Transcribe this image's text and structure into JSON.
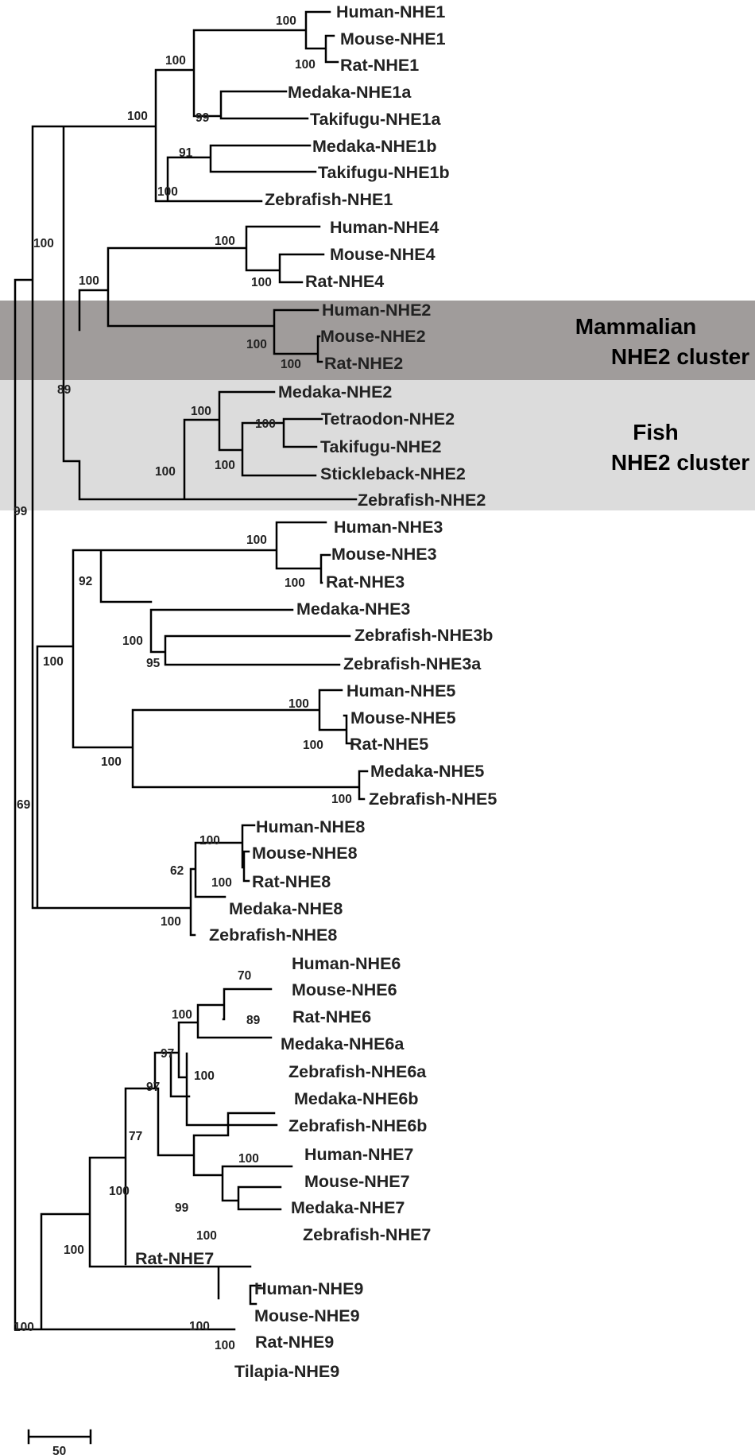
{
  "clusters": [
    {
      "id": "mammalian",
      "lines": [
        "Mammalian",
        "NHE2 cluster"
      ],
      "color": "#a09c9b"
    },
    {
      "id": "fish",
      "lines": [
        "Fish",
        "NHE2 cluster"
      ],
      "color": "#dcdcdc"
    }
  ],
  "tree": {
    "bootstrap_values": [
      "100",
      "100",
      "100",
      "99",
      "100",
      "91",
      "100",
      "100",
      "100",
      "100",
      "100",
      "89",
      "100",
      "100",
      "100",
      "100",
      "100",
      "100",
      "99",
      "100",
      "100",
      "92",
      "100",
      "100",
      "95",
      "100",
      "100",
      "100",
      "69",
      "100",
      "62",
      "100",
      "100",
      "100",
      "70",
      "100",
      "89",
      "97",
      "100",
      "97",
      "100",
      "77",
      "99",
      "100",
      "100",
      "100",
      "100"
    ],
    "leaves": [
      "Human-NHE1",
      "Mouse-NHE1",
      "Rat-NHE1",
      "Medaka-NHE1a",
      "Takifugu-NHE1a",
      "Medaka-NHE1b",
      "Takifugu-NHE1b",
      "Zebrafish-NHE1",
      "Human-NHE4",
      "Mouse-NHE4",
      "Rat-NHE4",
      "Human-NHE2",
      "Mouse-NHE2",
      "Rat-NHE2",
      "Medaka-NHE2",
      "Tetraodon-NHE2",
      "Takifugu-NHE2",
      "Stickleback-NHE2",
      "Zebrafish-NHE2",
      "Human-NHE3",
      "Mouse-NHE3",
      "Rat-NHE3",
      "Medaka-NHE3",
      "Zebrafish-NHE3b",
      "Zebrafish-NHE3a",
      "Human-NHE5",
      "Mouse-NHE5",
      "Rat-NHE5",
      "Medaka-NHE5",
      "Zebrafish-NHE5",
      "Human-NHE8",
      "Mouse-NHE8",
      "Rat-NHE8",
      "Medaka-NHE8",
      "Zebrafish-NHE8",
      "Human-NHE6",
      "Mouse-NHE6",
      "Rat-NHE6",
      "Medaka-NHE6a",
      "Zebrafish-NHE6a",
      "Medaka-NHE6b",
      "Zebrafish-NHE6b",
      "Human-NHE7",
      "Mouse-NHE7",
      "Medaka-NHE7",
      "Zebrafish-NHE7",
      "Rat-NHE7",
      "Human-NHE9",
      "Mouse-NHE9",
      "Rat-NHE9",
      "Tilapia-NHE9"
    ]
  },
  "scale_bar": {
    "label": "50"
  }
}
